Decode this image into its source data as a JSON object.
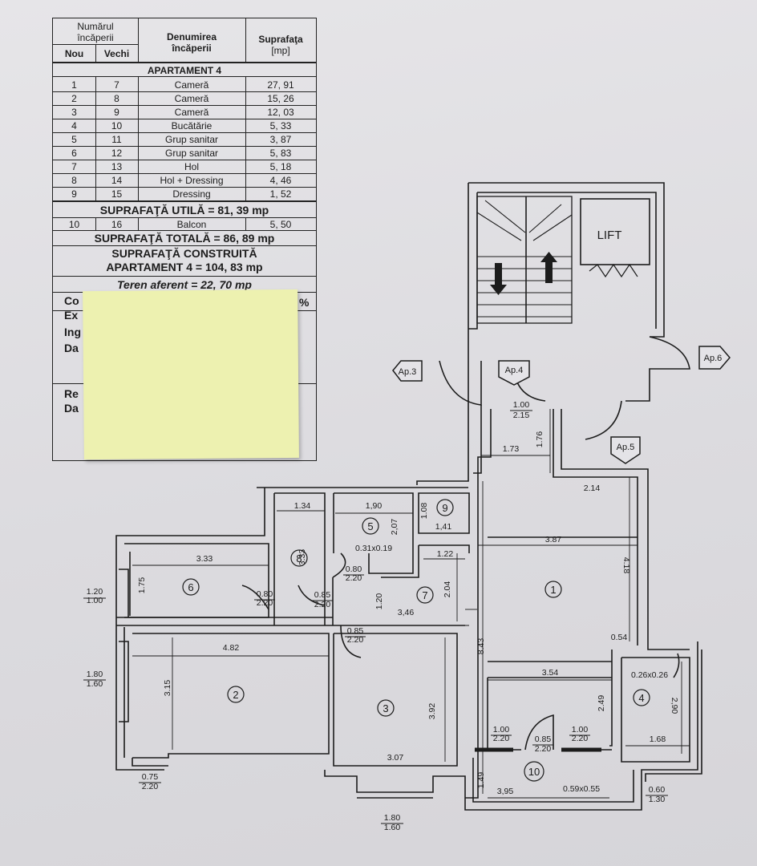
{
  "table": {
    "hdr_num": "Numărul",
    "hdr_incaperii": "încăperii",
    "hdr_nou": "Nou",
    "hdr_vechi": "Vechi",
    "hdr_denumirea": "Denumirea",
    "hdr_incaperii2": "încăperii",
    "hdr_suprafata": "Suprafaţa",
    "hdr_mp": "[mp]",
    "apartment": "APARTAMENT 4",
    "rows": [
      {
        "nou": "1",
        "vechi": "7",
        "name": "Cameră",
        "area": "27, 91"
      },
      {
        "nou": "2",
        "vechi": "8",
        "name": "Cameră",
        "area": "15, 26"
      },
      {
        "nou": "3",
        "vechi": "9",
        "name": "Cameră",
        "area": "12, 03"
      },
      {
        "nou": "4",
        "vechi": "10",
        "name": "Bucătărie",
        "area": "5, 33"
      },
      {
        "nou": "5",
        "vechi": "11",
        "name": "Grup sanitar",
        "area": "3, 87"
      },
      {
        "nou": "6",
        "vechi": "12",
        "name": "Grup sanitar",
        "area": "5, 83"
      },
      {
        "nou": "7",
        "vechi": "13",
        "name": "Hol",
        "area": "5, 18"
      },
      {
        "nou": "8",
        "vechi": "14",
        "name": "Hol + Dressing",
        "area": "4, 46"
      },
      {
        "nou": "9",
        "vechi": "15",
        "name": "Dressing",
        "area": "1, 52"
      }
    ],
    "util": "SUPRAFAŢĂ UTILĂ = 81, 39 mp",
    "balcon": {
      "nou": "10",
      "vechi": "16",
      "name": "Balcon",
      "area": "5, 50"
    },
    "totala": "SUPRAFAŢĂ TOTALĂ = 86, 89 mp",
    "construita1": "SUPRAFAŢĂ CONSTRUITĂ",
    "construita2": "APARTAMENT 4 = 104, 83 mp",
    "teren": "Teren aferent = 22, 70 mp",
    "partial": [
      "Co",
      "%",
      "Ex",
      "Ing",
      "Da",
      "Re",
      "Da"
    ]
  },
  "plan": {
    "lift": "LIFT",
    "tags": [
      "Ap.3",
      "Ap.4",
      "Ap.5",
      "Ap.6"
    ],
    "rooms": [
      "1",
      "2",
      "3",
      "4",
      "5",
      "6",
      "7",
      "8",
      "9",
      "10"
    ],
    "dims": [
      {
        "id": "d1",
        "t": "1.00"
      },
      {
        "id": "d2",
        "t": "2.15"
      },
      {
        "id": "d3",
        "t": "1.73"
      },
      {
        "id": "d4",
        "t": "1.76"
      },
      {
        "id": "d5",
        "t": "2.14"
      },
      {
        "id": "d6",
        "t": "1.34"
      },
      {
        "id": "d7",
        "t": "1,90"
      },
      {
        "id": "d8",
        "t": "1.08"
      },
      {
        "id": "d9",
        "t": "1,41"
      },
      {
        "id": "d10",
        "t": "2,07"
      },
      {
        "id": "d11",
        "t": "0.31x0.19"
      },
      {
        "id": "d12",
        "t": "3.87"
      },
      {
        "id": "d13",
        "t": "4.18"
      },
      {
        "id": "d14",
        "t": "3.33"
      },
      {
        "id": "d15",
        "t": "3.33"
      },
      {
        "id": "d16",
        "t": "1.22"
      },
      {
        "id": "d17",
        "t": "0.80"
      },
      {
        "id": "d18",
        "t": "2.20"
      },
      {
        "id": "d19",
        "t": "1.75"
      },
      {
        "id": "d20",
        "t": "1.20"
      },
      {
        "id": "d21",
        "t": "1.00"
      },
      {
        "id": "d22",
        "t": "0.80"
      },
      {
        "id": "d23",
        "t": "2.20"
      },
      {
        "id": "d24",
        "t": "0.85"
      },
      {
        "id": "d25",
        "t": "2.20"
      },
      {
        "id": "d26",
        "t": "1.20"
      },
      {
        "id": "d27",
        "t": "2.04"
      },
      {
        "id": "d28",
        "t": "3,46"
      },
      {
        "id": "d29",
        "t": "0.85"
      },
      {
        "id": "d30",
        "t": "2.20"
      },
      {
        "id": "d31",
        "t": "4.82"
      },
      {
        "id": "d32",
        "t": "0.54"
      },
      {
        "id": "d33",
        "t": "8.43"
      },
      {
        "id": "d34",
        "t": "3.54"
      },
      {
        "id": "d35",
        "t": "0.26x0.26"
      },
      {
        "id": "d36",
        "t": "1.80"
      },
      {
        "id": "d37",
        "t": "1.60"
      },
      {
        "id": "d38",
        "t": "3.15"
      },
      {
        "id": "d39",
        "t": "3.92"
      },
      {
        "id": "d40",
        "t": "2.49"
      },
      {
        "id": "d41",
        "t": "2,90"
      },
      {
        "id": "d42",
        "t": "1.00"
      },
      {
        "id": "d43",
        "t": "2.20"
      },
      {
        "id": "d44",
        "t": "0.85"
      },
      {
        "id": "d45",
        "t": "2.20"
      },
      {
        "id": "d46",
        "t": "1.00"
      },
      {
        "id": "d47",
        "t": "2.20"
      },
      {
        "id": "d48",
        "t": "1.68"
      },
      {
        "id": "d49",
        "t": "3.07"
      },
      {
        "id": "d50",
        "t": "1.49"
      },
      {
        "id": "d51",
        "t": "3,95"
      },
      {
        "id": "d52",
        "t": "0.59x0.55"
      },
      {
        "id": "d53",
        "t": "0.75"
      },
      {
        "id": "d54",
        "t": "2.20"
      },
      {
        "id": "d55",
        "t": "1.80"
      },
      {
        "id": "d56",
        "t": "1.60"
      },
      {
        "id": "d57",
        "t": "0.60"
      },
      {
        "id": "d58",
        "t": "1.30"
      }
    ]
  },
  "colors": {
    "ink": "#1c1c1c",
    "sticky": "#edf1b0",
    "paper": "#dfdee2"
  }
}
